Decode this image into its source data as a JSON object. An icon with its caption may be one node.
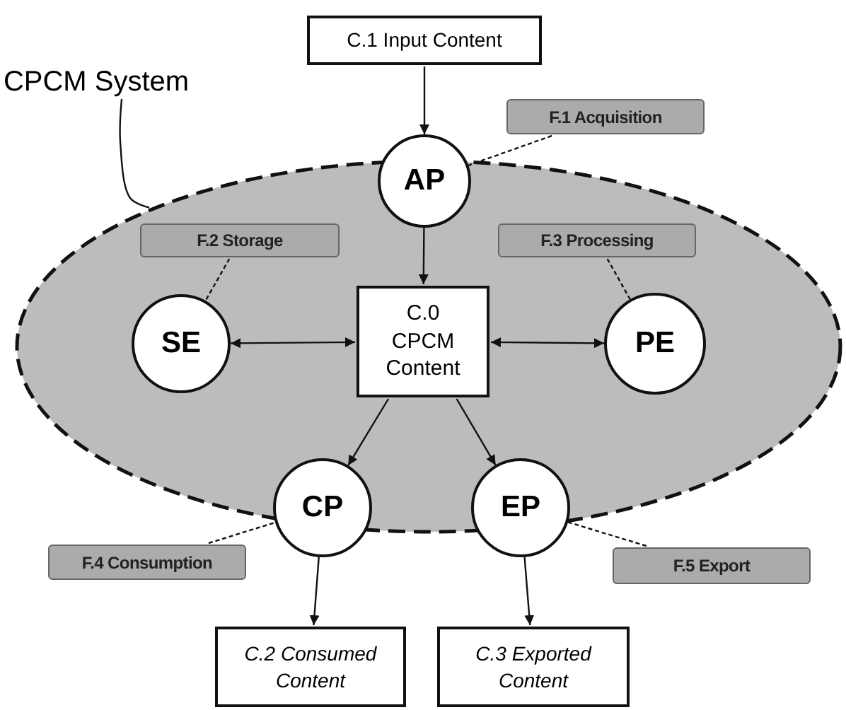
{
  "diagram": {
    "nodes": [
      {
        "text": [
          "CPCM System"
        ]
      },
      {
        "text": [],
        "shape": "ellipse"
      },
      {
        "text": [
          "C.1 Input Content"
        ]
      },
      {
        "text": [
          "AP"
        ]
      },
      {
        "text": [
          "F.1 Acquisition"
        ]
      },
      {
        "text": [
          "F.2 Storage"
        ],
        "in": 1
      },
      {
        "text": [
          "F.3 Processing"
        ],
        "in": 1
      },
      {
        "text": [
          "SE"
        ],
        "in": 1
      },
      {
        "text": [
          "C.0 CPCM Content"
        ],
        "in": 1
      },
      {
        "text": [
          "PE"
        ],
        "in": 1
      },
      {
        "text": [
          "CP"
        ]
      },
      {
        "text": [
          "EP"
        ]
      },
      {
        "text": [
          "F.4 Consumption"
        ]
      },
      {
        "text": [
          "F.5 Export"
        ]
      },
      {
        "text": [
          "C.2 Consumed Content"
        ]
      },
      {
        "text": [
          "C.3 Exported Content"
        ]
      }
    ],
    "edges": [
      {
        "from": 0,
        "to": 1,
        "arrow": "none"
      },
      {
        "from": 2,
        "to": 3,
        "arrow": "to"
      },
      {
        "from": 3,
        "to": 8,
        "arrow": "to"
      },
      {
        "from": 8,
        "to": 7,
        "arrow": "both"
      },
      {
        "from": 8,
        "to": 9,
        "arrow": "both"
      },
      {
        "from": 8,
        "to": 10,
        "arrow": "to"
      },
      {
        "from": 8,
        "to": 11,
        "arrow": "to"
      },
      {
        "from": 10,
        "to": 14,
        "arrow": "to"
      },
      {
        "from": 11,
        "to": 15,
        "arrow": "to"
      },
      {
        "from": 4,
        "to": 3,
        "arrow": "none",
        "style": "dashed"
      },
      {
        "from": 5,
        "to": 7,
        "arrow": "none",
        "style": "dashed"
      },
      {
        "from": 6,
        "to": 9,
        "arrow": "none",
        "style": "dashed"
      },
      {
        "from": 12,
        "to": 10,
        "arrow": "none",
        "style": "dashed"
      },
      {
        "from": 13,
        "to": 11,
        "arrow": "none",
        "style": "dashed"
      }
    ]
  }
}
